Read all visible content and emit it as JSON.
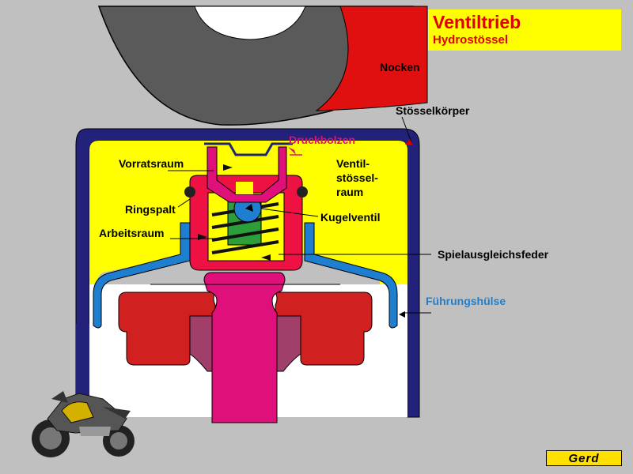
{
  "title": {
    "main": "Ventiltrieb",
    "sub": "Hydrostössel"
  },
  "labels": {
    "nocken": "Nocken",
    "stoesselkoerper": "Stösselkörper",
    "druckbolzen": "Druckbolzen",
    "vorratsraum": "Vorratsraum",
    "ventil": "Ventil-",
    "stoessel": "stössel-",
    "raum": "raum",
    "ringspalt": "Ringspalt",
    "kugelventil": "Kugelventil",
    "arbeitsraum": "Arbeitsraum",
    "spielausgleichsfeder": "Spielausgleichsfeder",
    "fuehrungshuelse": "Führungshülse"
  },
  "logo": {
    "text": "Gerd"
  },
  "colors": {
    "background": "#c0c0c0",
    "cam": "#5a5a5a",
    "cam_lobe": "#e01010",
    "tappet_body": "#22227a",
    "oil": "#ffff00",
    "plunger": "#ee1144",
    "ball": "#1e7fd0",
    "guide_sleeve": "#1e7fd0",
    "pushrod": "#e0107a",
    "retainer": "#d02020",
    "title_bg": "#ffff00",
    "title_text": "#e00000",
    "label_dark": "#000000",
    "label_druckbolzen": "#e0107a",
    "label_fuehrungshuelse": "#1e7fd0"
  },
  "icons": [
    "motorcycle-image",
    "gerd-logo"
  ]
}
